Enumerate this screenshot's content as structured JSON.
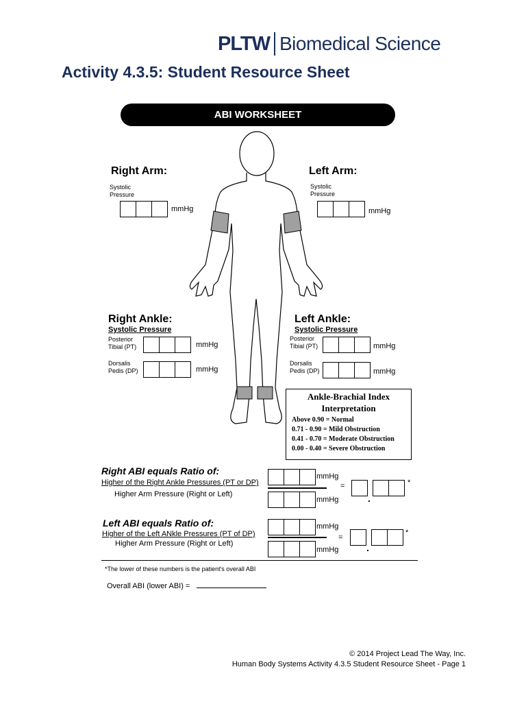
{
  "header": {
    "logo_pltw": "PLTW",
    "logo_subtitle": "Biomedical Science",
    "activity_title": "Activity 4.3.5: Student Resource Sheet"
  },
  "worksheet": {
    "banner": "ABI WORKSHEET",
    "right_arm": {
      "title": "Right Arm:",
      "label": "Systolic\nPressure",
      "unit": "mmHg"
    },
    "left_arm": {
      "title": "Left Arm:",
      "label": "Systolic\nPressure",
      "unit": "mmHg"
    },
    "right_ankle": {
      "title": "Right Ankle:",
      "subtitle": "Systolic Pressure",
      "pt_label": "Posterior\nTibial (PT)",
      "dp_label": "Dorsalis\nPedis (DP)",
      "unit": "mmHg"
    },
    "left_ankle": {
      "title": "Left Ankle:",
      "subtitle": "Systolic Pressure",
      "pt_label": "Posterior\nTibial (PT)",
      "dp_label": "Dorsalis\nPedis (DP)",
      "unit": "mmHg"
    },
    "interpretation": {
      "title": "Ankle-Brachial Index\nInterpretation",
      "rows": [
        "Above 0.90 = Normal",
        "0.71 - 0.90  = Mild Obstruction",
        "0.41 - 0.70  = Moderate Obstruction",
        "0.00 - 0.40  = Severe Obstruction"
      ]
    },
    "right_abi": {
      "title": "Right ABI equals Ratio of:",
      "numerator": "Higher of the Right Ankle Pressures (PT or DP)",
      "denominator": "Higher Arm Pressure (Right or Left)",
      "unit": "mmHg",
      "equals": "=",
      "asterisk": "*"
    },
    "left_abi": {
      "title": "Left ABI equals Ratio of:",
      "numerator": "Higher of the Left ANkle Pressures (PT of DP)",
      "denominator": "Higher Arm Pressure (Right or Left)",
      "unit": "mmHg",
      "equals": "=",
      "asterisk": "*"
    },
    "footnote": "*The lower of these numbers is the patient's overall ABI",
    "overall_label": "Overall ABI (lower ABI) ="
  },
  "footer": {
    "copyright": "© 2014 Project Lead The Way, Inc.",
    "page_info": "Human Body Systems Activity 4.3.5 Student Resource Sheet - Page 1"
  }
}
